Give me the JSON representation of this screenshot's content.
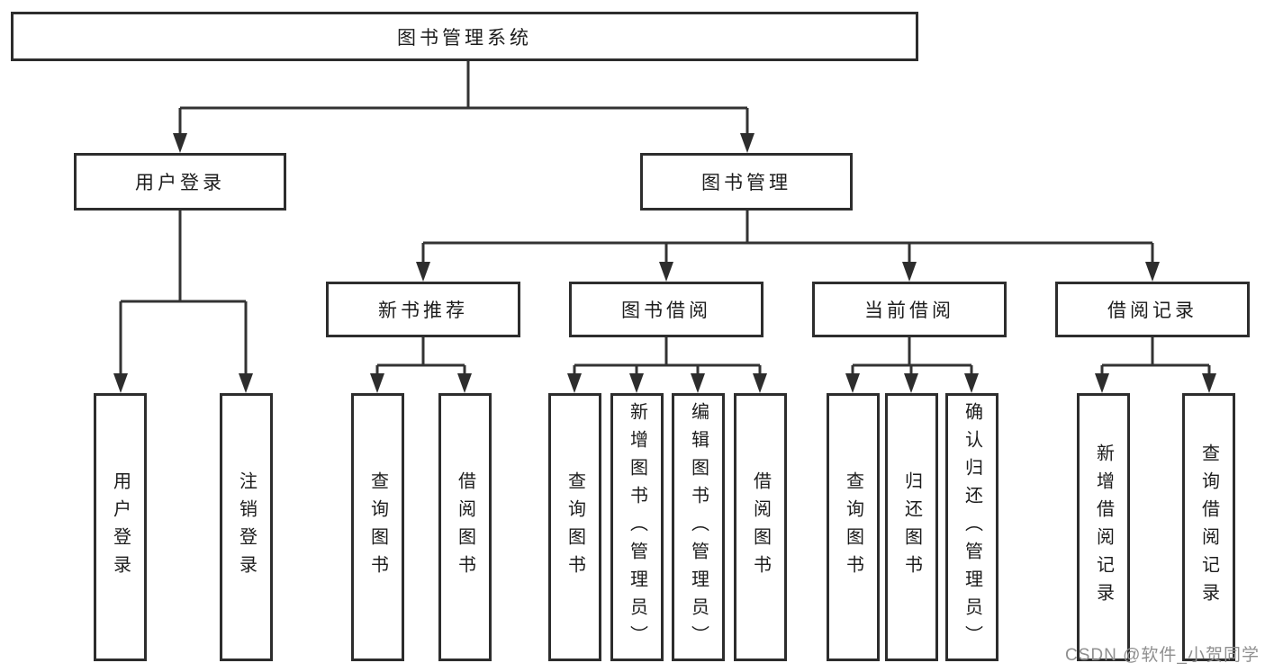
{
  "diagram": {
    "root": {
      "label": "图书管理系统",
      "children": [
        {
          "label": "用户登录",
          "children": [
            {
              "label": "用户登录"
            },
            {
              "label": "注销登录"
            }
          ]
        },
        {
          "label": "图书管理",
          "children": [
            {
              "label": "新书推荐",
              "children": [
                {
                  "label": "查询图书"
                },
                {
                  "label": "借阅图书"
                }
              ]
            },
            {
              "label": "图书借阅",
              "children": [
                {
                  "label": "查询图书"
                },
                {
                  "label": "新增图书（管理员）"
                },
                {
                  "label": "编辑图书（管理员）"
                },
                {
                  "label": "借阅图书"
                }
              ]
            },
            {
              "label": "当前借阅",
              "children": [
                {
                  "label": "查询图书"
                },
                {
                  "label": "归还图书"
                },
                {
                  "label": "确认归还（管理员）"
                }
              ]
            },
            {
              "label": "借阅记录",
              "children": [
                {
                  "label": "新增借阅记录"
                },
                {
                  "label": "查询借阅记录"
                }
              ]
            }
          ]
        }
      ]
    },
    "watermark": "CSDN @软件_小贺同学",
    "colors": {
      "line": "#333333",
      "arrow": "#2d2d2d",
      "box_border": "#2d2d2d",
      "box_fill": "#ffffff",
      "text": "#1c1c1c",
      "watermark": "#8f8f8f",
      "background": "#ffffff"
    }
  }
}
